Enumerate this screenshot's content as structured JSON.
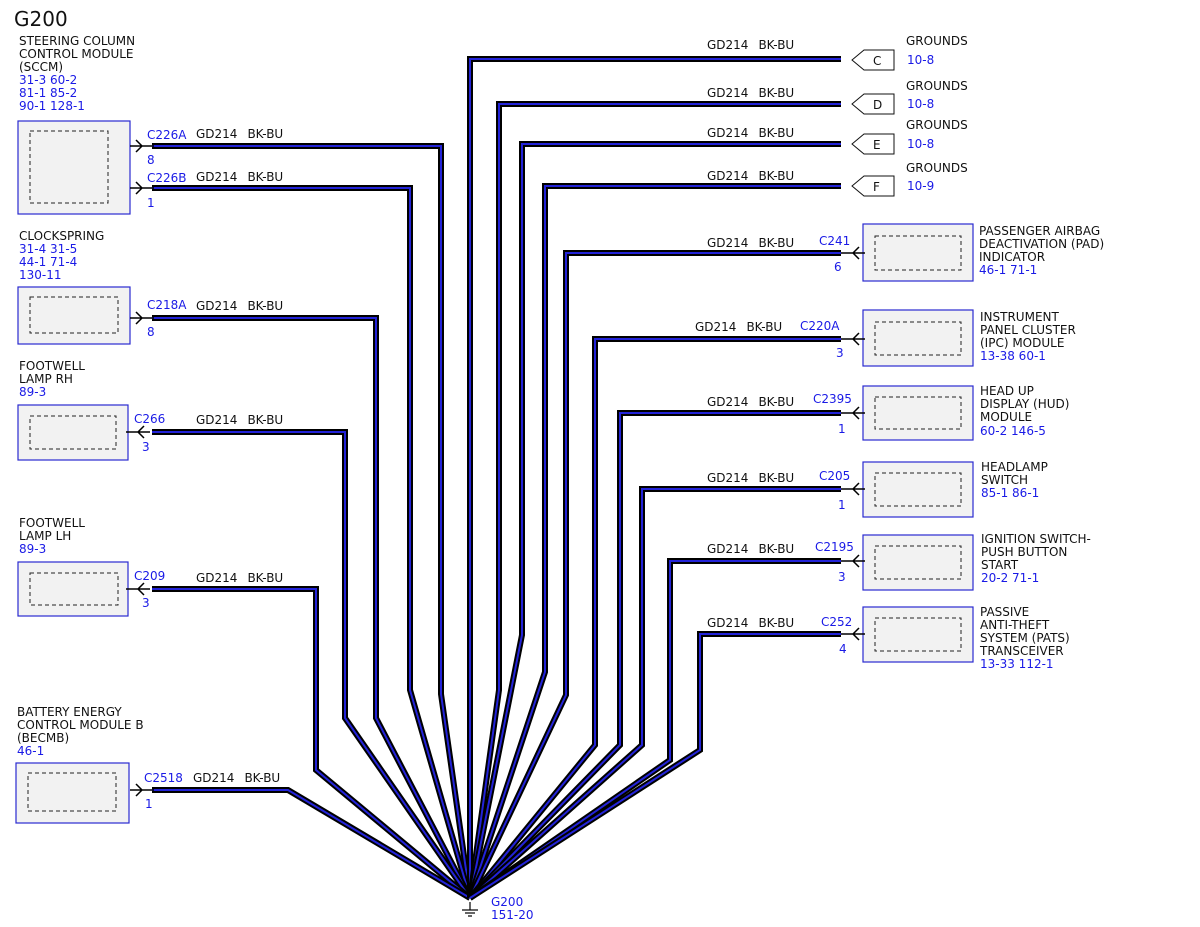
{
  "title": "G200",
  "wire": {
    "circuit": "GD214",
    "color": "BK-BU"
  },
  "ground": {
    "name": "G200",
    "ref": "151-20"
  },
  "grounds": [
    {
      "letter": "C",
      "label": "GROUNDS",
      "ref": "10-8"
    },
    {
      "letter": "D",
      "label": "GROUNDS",
      "ref": "10-8"
    },
    {
      "letter": "E",
      "label": "GROUNDS",
      "ref": "10-8"
    },
    {
      "letter": "F",
      "label": "GROUNDS",
      "ref": "10-9"
    }
  ],
  "left_components": [
    {
      "name_lines": [
        "STEERING COLUMN",
        "CONTROL MODULE",
        "(SCCM)"
      ],
      "refs": [
        "31-3  60-2",
        "81-1  85-2",
        "90-1  128-1"
      ],
      "connectors": [
        {
          "id": "C226A",
          "pin": "8"
        },
        {
          "id": "C226B",
          "pin": "1"
        }
      ]
    },
    {
      "name_lines": [
        "CLOCKSPRING"
      ],
      "refs": [
        "31-4  31-5",
        "44-1  71-4",
        "130-11"
      ],
      "connectors": [
        {
          "id": "C218A",
          "pin": "8"
        }
      ]
    },
    {
      "name_lines": [
        "FOOTWELL",
        "LAMP RH"
      ],
      "refs": [
        "89-3"
      ],
      "connectors": [
        {
          "id": "C266",
          "pin": "3"
        }
      ]
    },
    {
      "name_lines": [
        "FOOTWELL",
        "LAMP LH"
      ],
      "refs": [
        "89-3"
      ],
      "connectors": [
        {
          "id": "C209",
          "pin": "3"
        }
      ]
    },
    {
      "name_lines": [
        "BATTERY ENERGY",
        "CONTROL MODULE B",
        "(BECMB)"
      ],
      "refs": [
        "46-1"
      ],
      "connectors": [
        {
          "id": "C2518",
          "pin": "1"
        }
      ]
    }
  ],
  "right_components": [
    {
      "name_lines": [
        "PASSENGER AIRBAG",
        "DEACTIVATION (PAD)",
        "INDICATOR"
      ],
      "refs": [
        "46-1   71-1"
      ],
      "connector": "C241",
      "pin": "6"
    },
    {
      "name_lines": [
        "INSTRUMENT",
        "PANEL CLUSTER",
        "(IPC) MODULE"
      ],
      "refs": [
        "13-38 60-1"
      ],
      "connector": "C220A",
      "pin": "3"
    },
    {
      "name_lines": [
        "HEAD UP",
        "DISPLAY (HUD)",
        "MODULE"
      ],
      "refs": [
        "60-2   146-5"
      ],
      "connector": "C2395",
      "pin": "1"
    },
    {
      "name_lines": [
        "HEADLAMP",
        "SWITCH"
      ],
      "refs": [
        "85-1   86-1"
      ],
      "connector": "C205",
      "pin": "1"
    },
    {
      "name_lines": [
        "IGNITION SWITCH-",
        "PUSH BUTTON",
        "START"
      ],
      "refs": [
        "20-2   71-1"
      ],
      "connector": "C2195",
      "pin": "3"
    },
    {
      "name_lines": [
        "PASSIVE",
        "ANTI-THEFT",
        "SYSTEM (PATS)",
        "TRANSCEIVER"
      ],
      "refs": [
        "13-33 112-1"
      ],
      "connector": "C252",
      "pin": "4"
    }
  ]
}
